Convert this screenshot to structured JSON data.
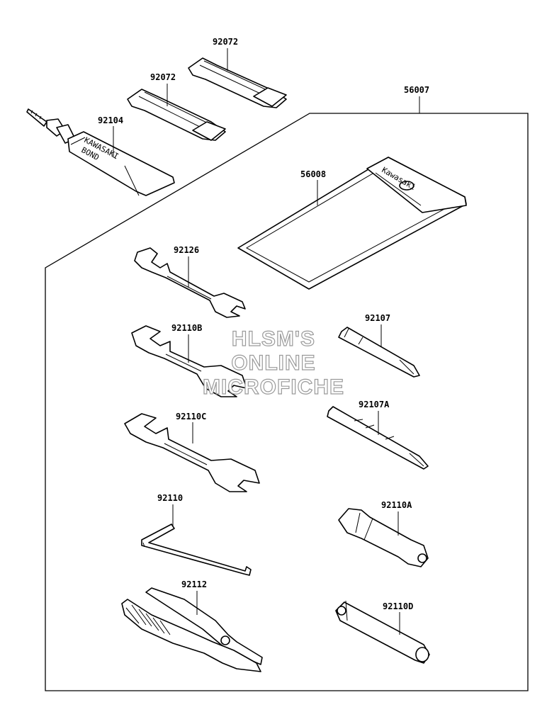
{
  "parts": {
    "strap_upper": "92072",
    "strap_lower": "92072",
    "bond": "92104",
    "kit": "56007",
    "bag": "56008",
    "wrench_a": "92126",
    "wrench_b": "92110B",
    "wrench_c": "92110C",
    "hex_key": "92110",
    "pliers": "92112",
    "screwdriver": "92107",
    "screwdriver_grip": "92107A",
    "plug_wrench": "92110A",
    "box_wrench": "92110D"
  },
  "printed_text": {
    "bag_brand": "Kawasaki",
    "tube_brand": "KAWASAKI",
    "tube_label": "BOND"
  },
  "watermark": [
    "HLSM'S",
    "ONLINE",
    "MICROFICHE"
  ]
}
